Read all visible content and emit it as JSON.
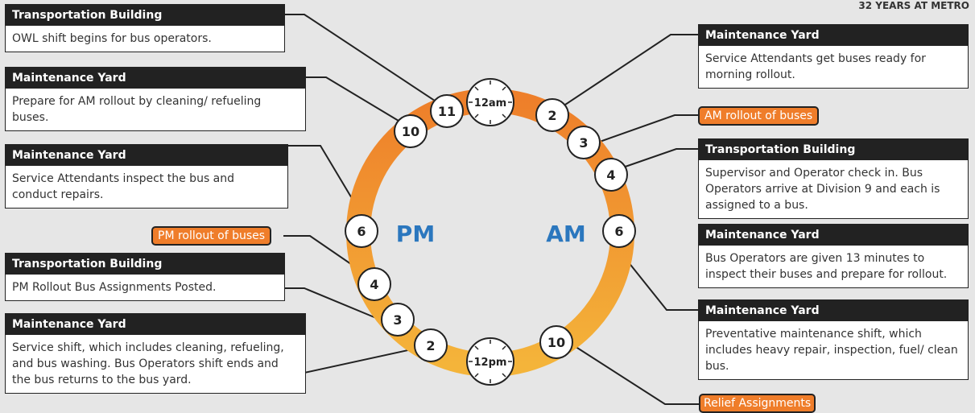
{
  "header": {
    "title": "32 YEARS AT METRO"
  },
  "labels": {
    "pm": "PM",
    "am": "AM"
  },
  "clock": {
    "top": "12am",
    "bottom": "12pm"
  },
  "hours": {
    "h11": "11",
    "h10_top": "10",
    "h6_left": "6",
    "h4_left": "4",
    "h3_left": "3",
    "h2_left": "2",
    "h2_right": "2",
    "h3_right": "3",
    "h4_right": "4",
    "h6_right": "6",
    "h10_bottom": "10"
  },
  "left": [
    {
      "header": "Transportation Building",
      "body": "OWL shift begins for bus operators."
    },
    {
      "header": "Maintenance Yard",
      "body": "Prepare for AM rollout by cleaning/ refueling buses."
    },
    {
      "header": "Maintenance Yard",
      "body": "Service Attendants inspect the bus and conduct repairs."
    },
    {
      "header": "Transportation Building",
      "body": "PM Rollout Bus Assignments Posted."
    },
    {
      "header": "Maintenance Yard",
      "body": "Service shift, which includes cleaning, refueling, and bus washing. Bus Operators shift ends and the bus returns to the bus yard."
    }
  ],
  "right": [
    {
      "header": "Maintenance Yard",
      "body": "Service Attendants get buses ready for morning rollout."
    },
    {
      "header": "Transportation Building",
      "body": "Supervisor and Operator check in. Bus Operators arrive at Division 9 and each is assigned to a bus."
    },
    {
      "header": "Maintenance Yard",
      "body": "Bus Operators are given 13 minutes to inspect their buses and prepare for rollout."
    },
    {
      "header": "Maintenance Yard",
      "body": "Preventative maintenance shift, which includes heavy repair, inspection, fuel/ clean bus."
    }
  ],
  "pills": {
    "am_rollout": "AM rollout of buses",
    "pm_rollout": "PM rollout of buses",
    "relief": "Relief Assignments"
  },
  "colors": {
    "ring_top": "#ee7f2a",
    "ring_bottom": "#f4b43a",
    "am_pm_text": "#2b77be",
    "pill": "#ef7d2a"
  }
}
